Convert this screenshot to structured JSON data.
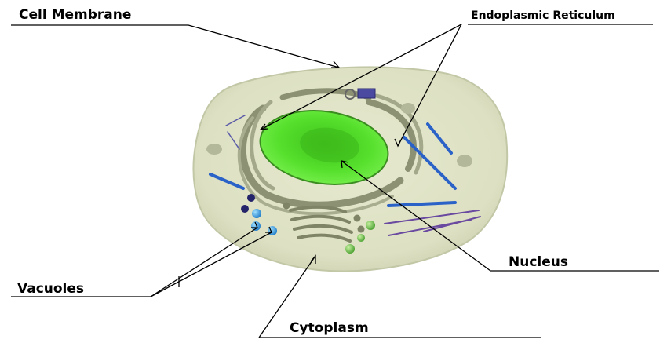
{
  "labels": {
    "cell_membrane": "Cell Membrane",
    "endoplasmic_reticulum": "Endoplasmic Reticulum",
    "nucleus": "Nucleus",
    "vacuoles": "Vacuoles",
    "cytoplasm": "Cytoplasm"
  },
  "colors": {
    "cytoplasm": "#dfe2c4",
    "membrane_edge": "#c9cdb0",
    "er": "#8f9476",
    "nucleus_green": "#4fdb2a",
    "vacuole_blue": "#2f8fd8",
    "dark_vesicle": "#24246a",
    "filament_blue": "#2a62c8",
    "filament_purple": "#6a4aa0",
    "green_vesicle": "#6cc04a",
    "leader_line": "#000000"
  }
}
